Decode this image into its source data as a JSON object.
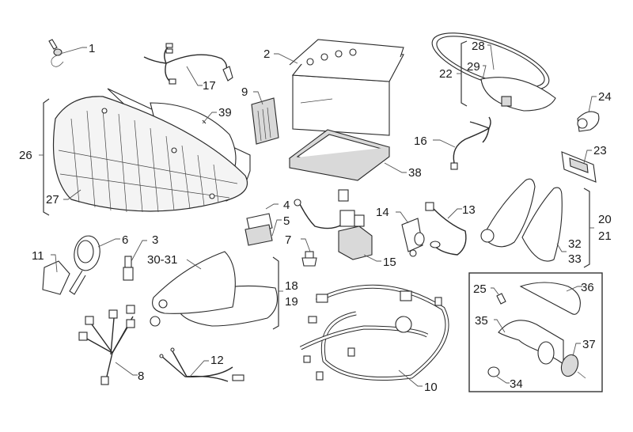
{
  "diagram": {
    "title": "Electrical system exploded parts view",
    "labels": {
      "p1": "1",
      "p2": "2",
      "p3": "3",
      "p4": "4",
      "p5": "5",
      "p6": "6",
      "p7": "7",
      "p8": "8",
      "p9": "9",
      "p10": "10",
      "p11": "11",
      "p12": "12",
      "p13": "13",
      "p14": "14",
      "p15": "15",
      "p16": "16",
      "p17": "17",
      "p18": "18",
      "p19": "19",
      "p20": "20",
      "p21": "21",
      "p22": "22",
      "p23": "23",
      "p24": "24",
      "p25": "25",
      "p26": "26",
      "p27": "27",
      "p28": "28",
      "p29": "29",
      "p3031": "30-31",
      "p32": "32",
      "p33": "33",
      "p34": "34",
      "p35": "35",
      "p36": "36",
      "p37": "37",
      "p38": "38",
      "p39": "39"
    },
    "parts": [
      {
        "ref": "1",
        "icon": "bulb-icon"
      },
      {
        "ref": "2",
        "icon": "battery-icon"
      },
      {
        "ref": "3",
        "icon": "switch-icon"
      },
      {
        "ref": "4",
        "icon": "relay-icon"
      },
      {
        "ref": "5",
        "icon": "relay-icon"
      },
      {
        "ref": "6",
        "icon": "horn-icon"
      },
      {
        "ref": "7",
        "icon": "switch-icon"
      },
      {
        "ref": "8",
        "icon": "wiring-harness-icon"
      },
      {
        "ref": "9",
        "icon": "regulator-icon"
      },
      {
        "ref": "10",
        "icon": "main-wiring-harness-icon"
      },
      {
        "ref": "11",
        "icon": "flasher-unit-icon"
      },
      {
        "ref": "12",
        "icon": "cable-icon"
      },
      {
        "ref": "13",
        "icon": "cable-icon"
      },
      {
        "ref": "14",
        "icon": "ignition-coil-icon"
      },
      {
        "ref": "15",
        "icon": "fuse-box-icon"
      },
      {
        "ref": "16",
        "icon": "cable-icon"
      },
      {
        "ref": "17",
        "icon": "cable-icon"
      },
      {
        "ref": "18-19",
        "icon": "front-turn-signal-icon"
      },
      {
        "ref": "20-21",
        "icon": "rear-turn-signal-icon"
      },
      {
        "ref": "22",
        "icon": "tail-light-icon"
      },
      {
        "ref": "23",
        "icon": "license-plate-light-icon"
      },
      {
        "ref": "24",
        "icon": "lamp-holder-icon"
      },
      {
        "ref": "25",
        "icon": "bulb-icon"
      },
      {
        "ref": "26",
        "icon": "headlight-icon"
      },
      {
        "ref": "27",
        "icon": "headlight-lens-icon"
      },
      {
        "ref": "28",
        "icon": "lens-frame-icon"
      },
      {
        "ref": "29",
        "icon": "bulb-icon"
      },
      {
        "ref": "30-31",
        "icon": "turn-signal-lens-icon"
      },
      {
        "ref": "32-33",
        "icon": "turn-signal-lens-icon"
      },
      {
        "ref": "34",
        "icon": "cap-icon"
      },
      {
        "ref": "35",
        "icon": "bracket-icon"
      },
      {
        "ref": "36",
        "icon": "lens-icon"
      },
      {
        "ref": "37",
        "icon": "reflector-icon"
      },
      {
        "ref": "38",
        "icon": "battery-tray-icon"
      },
      {
        "ref": "39",
        "icon": "gasket-icon"
      }
    ]
  }
}
